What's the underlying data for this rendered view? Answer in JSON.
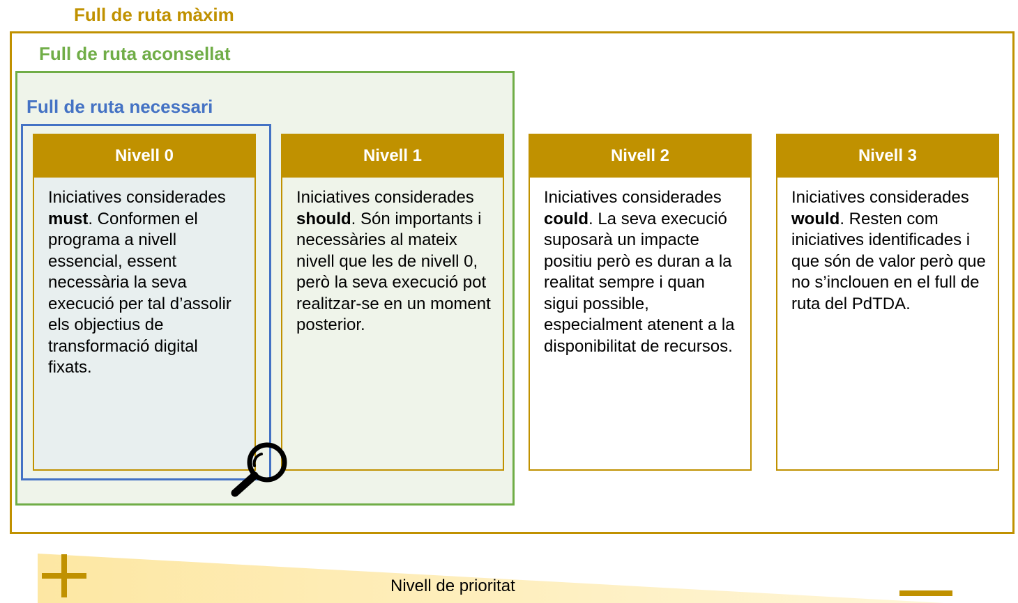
{
  "frames": {
    "max_title": "Full de ruta màxim",
    "recommended_title": "Full de ruta aconsellat",
    "necessary_title": "Full de ruta necessari"
  },
  "levels": [
    {
      "title": "Nivell 0",
      "intro": "Iniciatives considerades ",
      "keyword": "must",
      "rest": ". Conformen el programa a nivell essencial, essent necessària la seva execució per tal d’assolir els objectius de transformació digital fixats."
    },
    {
      "title": "Nivell 1",
      "intro": "Iniciatives considerades ",
      "keyword": "should",
      "rest": ". Són importants i necessàries al mateix nivell que les de nivell 0, però la seva execució pot realitzar-se en un moment posterior."
    },
    {
      "title": "Nivell 2",
      "intro": "Iniciatives considerades ",
      "keyword": "could",
      "rest": ". La seva execució suposarà un impacte positiu però es duran a la realitat sempre i quan sigui possible, especialment atenent a la disponibilitat de recursos."
    },
    {
      "title": "Nivell 3",
      "intro": "Iniciatives considerades ",
      "keyword": "would",
      "rest": ". Resten com iniciatives identificades i que són de valor però que no s’inclouen en el full de ruta del PdTDA."
    }
  ],
  "priority": {
    "label": "Nivell de prioritat",
    "high_symbol": "plus-icon",
    "low_symbol": "minus-icon"
  },
  "colors": {
    "gold": "#C09100",
    "green": "#70AD47",
    "blue": "#4472C4",
    "light_green_fill": "#EFF4EA",
    "priority_gradient": "#FDE7A3"
  }
}
